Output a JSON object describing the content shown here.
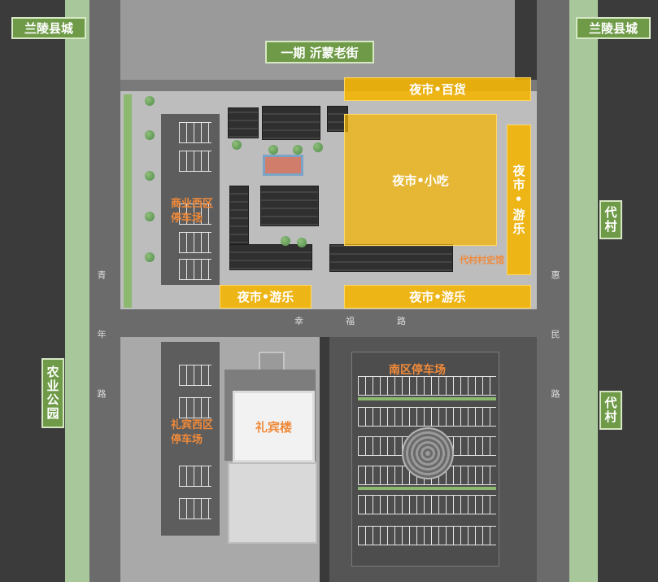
{
  "edge_labels": {
    "top_left": "兰陵县城",
    "top_right": "兰陵县城",
    "left_park": "农业公园",
    "right_village_top": "代村",
    "right_village_bottom": "代村"
  },
  "phase_label": "一期 沂蒙老街",
  "zones": {
    "department_store": "夜市•百货",
    "snacks": "夜市•小吃",
    "amusement_right": "夜市•游乐",
    "amusement_left": "夜市•游乐",
    "amusement_bottom": "夜市•游乐"
  },
  "sub_labels": {
    "history_hall": "代村村史馆",
    "west_parking": "商业西区停车场",
    "guesthouse_west_parking": "礼宾西区停车场",
    "south_parking": "南区停车场",
    "guesthouse": "礼宾楼"
  },
  "roads": {
    "east_west": "幸福路",
    "west_north_south": "青年路",
    "east_north_south": "惠民路"
  },
  "colors": {
    "zone_yellow": "#f5b400",
    "label_green": "#6f9b48",
    "orange_text": "#f08a3a",
    "background": "#3a3a3a"
  }
}
